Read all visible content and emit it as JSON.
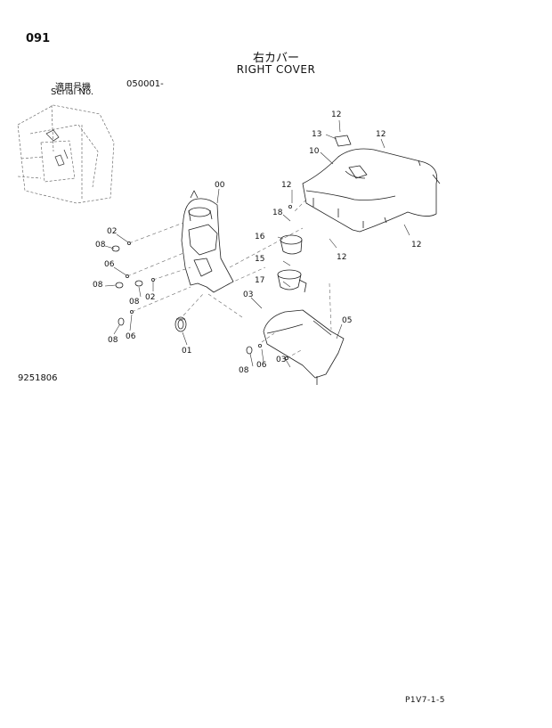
{
  "header": {
    "page_number": "091",
    "title_jp": "右カバー",
    "title_en": "RIGHT COVER",
    "serial_label_jp": "適用号機",
    "serial_code": "050001-",
    "serial_label_en": "Serial No."
  },
  "callouts": {
    "c00": "00",
    "c01": "01",
    "c02a": "02",
    "c02b": "02",
    "c03a": "03",
    "c03b": "03",
    "c05": "05",
    "c06a": "06",
    "c06b": "06",
    "c06c": "06",
    "c08a": "08",
    "c08b": "08",
    "c08c": "08",
    "c08d": "08",
    "c08e": "08",
    "c10": "10",
    "c12a": "12",
    "c12b": "12",
    "c12c": "12",
    "c12d": "12",
    "c12e": "12",
    "c13": "13",
    "c15": "15",
    "c16": "16",
    "c17": "17",
    "c18": "18"
  },
  "footer": {
    "reference_number": "9251806",
    "page_code": "P1V7-1-5"
  }
}
